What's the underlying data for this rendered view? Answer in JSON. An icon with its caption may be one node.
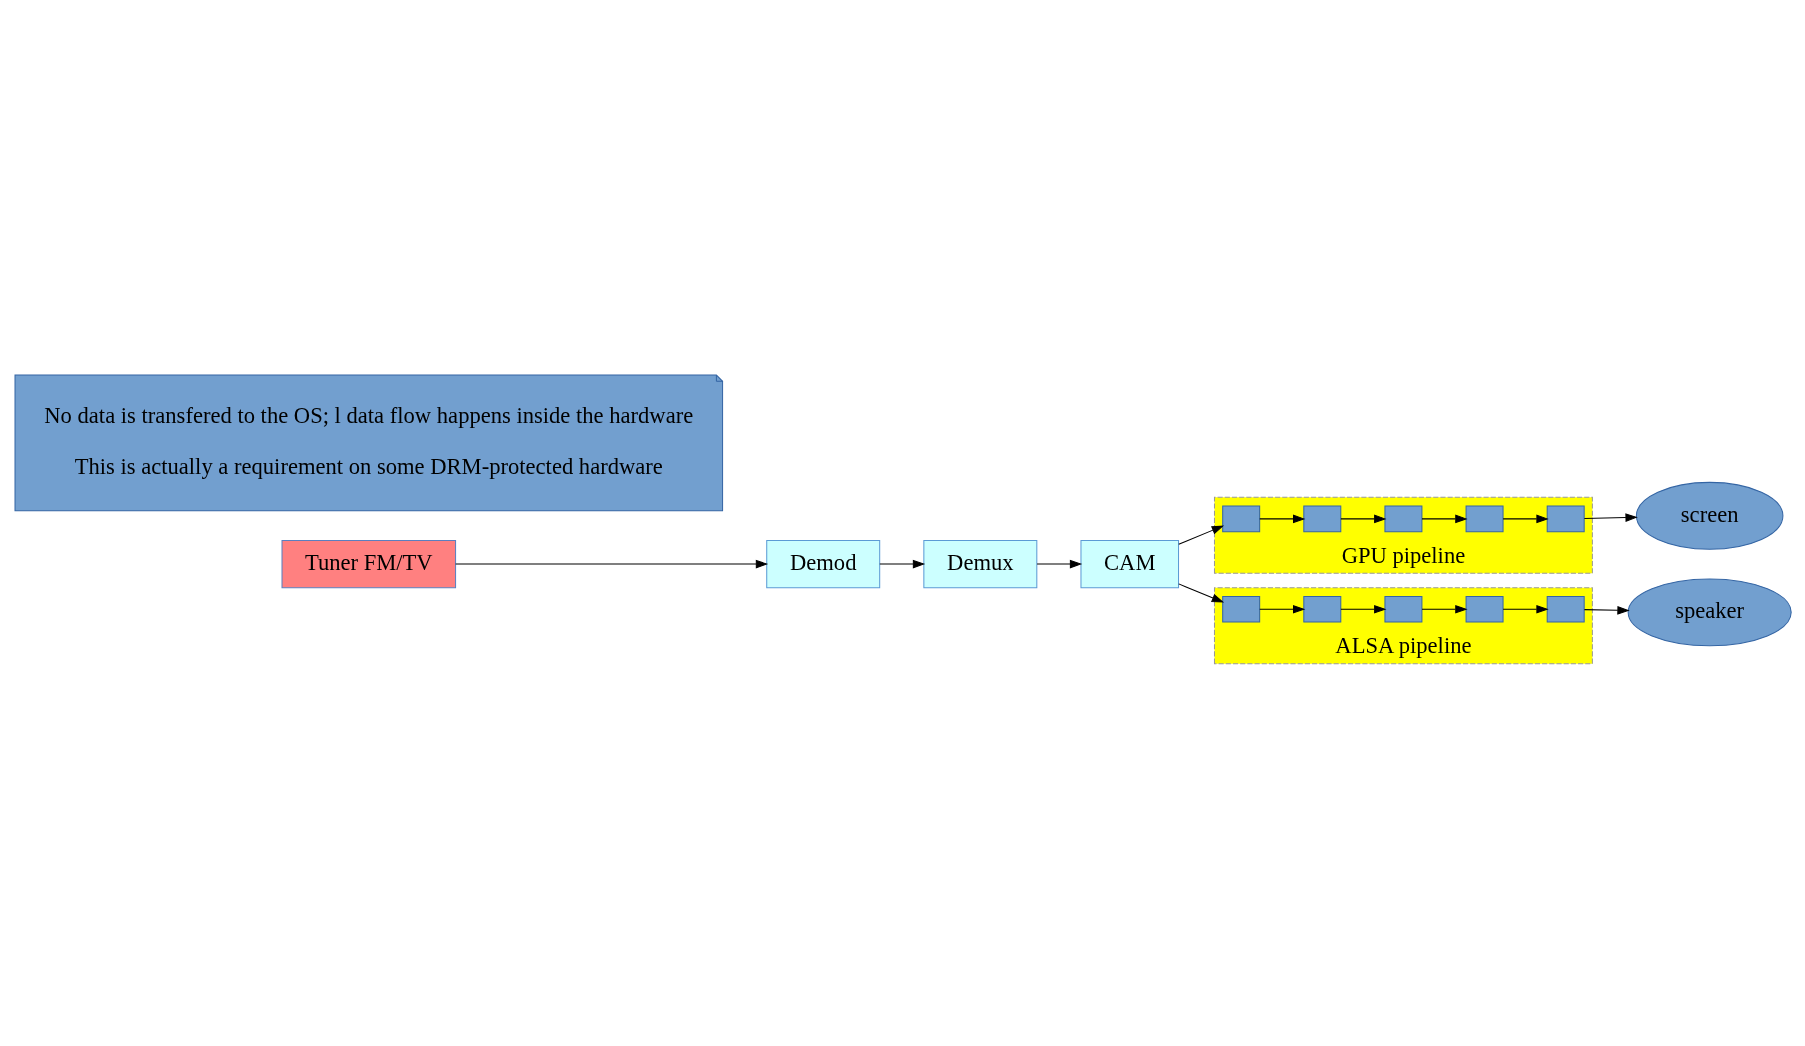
{
  "diagram": {
    "nodes": [
      {
        "text": [
          "Tuner FM/TV"
        ]
      },
      {
        "text": [
          "Demod"
        ]
      },
      {
        "text": [
          "Demux"
        ]
      },
      {
        "text": [
          "CAM"
        ]
      },
      {
        "text": [
          "GPU pipeline"
        ]
      },
      {
        "text": [],
        "shape": "box",
        "in": 4
      },
      {
        "text": [],
        "shape": "box",
        "in": 4
      },
      {
        "text": [],
        "shape": "box",
        "in": 4
      },
      {
        "text": [],
        "shape": "box",
        "in": 4
      },
      {
        "text": [],
        "shape": "box",
        "in": 4
      },
      {
        "text": [
          "screen"
        ]
      },
      {
        "text": [
          "ALSA pipeline"
        ]
      },
      {
        "text": [],
        "shape": "box",
        "in": 11
      },
      {
        "text": [],
        "shape": "box",
        "in": 11
      },
      {
        "text": [],
        "shape": "box",
        "in": 11
      },
      {
        "text": [],
        "shape": "box",
        "in": 11
      },
      {
        "text": [],
        "shape": "box",
        "in": 11
      },
      {
        "text": [
          "speaker"
        ]
      },
      {
        "text": [
          "No data is transfered to the OS; l data flow happens inside the hardware",
          "This is actually a requirement on some DRM-protected hardware"
        ]
      }
    ],
    "edges": [
      {
        "from": 0,
        "to": 1,
        "arrow": "to"
      },
      {
        "from": 1,
        "to": 2,
        "arrow": "to"
      },
      {
        "from": 2,
        "to": 3,
        "arrow": "to"
      },
      {
        "from": 3,
        "to": 5,
        "arrow": "to"
      },
      {
        "from": 5,
        "to": 6,
        "arrow": "to"
      },
      {
        "from": 6,
        "to": 7,
        "arrow": "to"
      },
      {
        "from": 7,
        "to": 8,
        "arrow": "to"
      },
      {
        "from": 8,
        "to": 9,
        "arrow": "to"
      },
      {
        "from": 9,
        "to": 10,
        "arrow": "to"
      },
      {
        "from": 3,
        "to": 12,
        "arrow": "to"
      },
      {
        "from": 12,
        "to": 13,
        "arrow": "to"
      },
      {
        "from": 13,
        "to": 14,
        "arrow": "to"
      },
      {
        "from": 14,
        "to": 15,
        "arrow": "to"
      },
      {
        "from": 15,
        "to": 16,
        "arrow": "to"
      },
      {
        "from": 16,
        "to": 17,
        "arrow": "to"
      }
    ]
  }
}
